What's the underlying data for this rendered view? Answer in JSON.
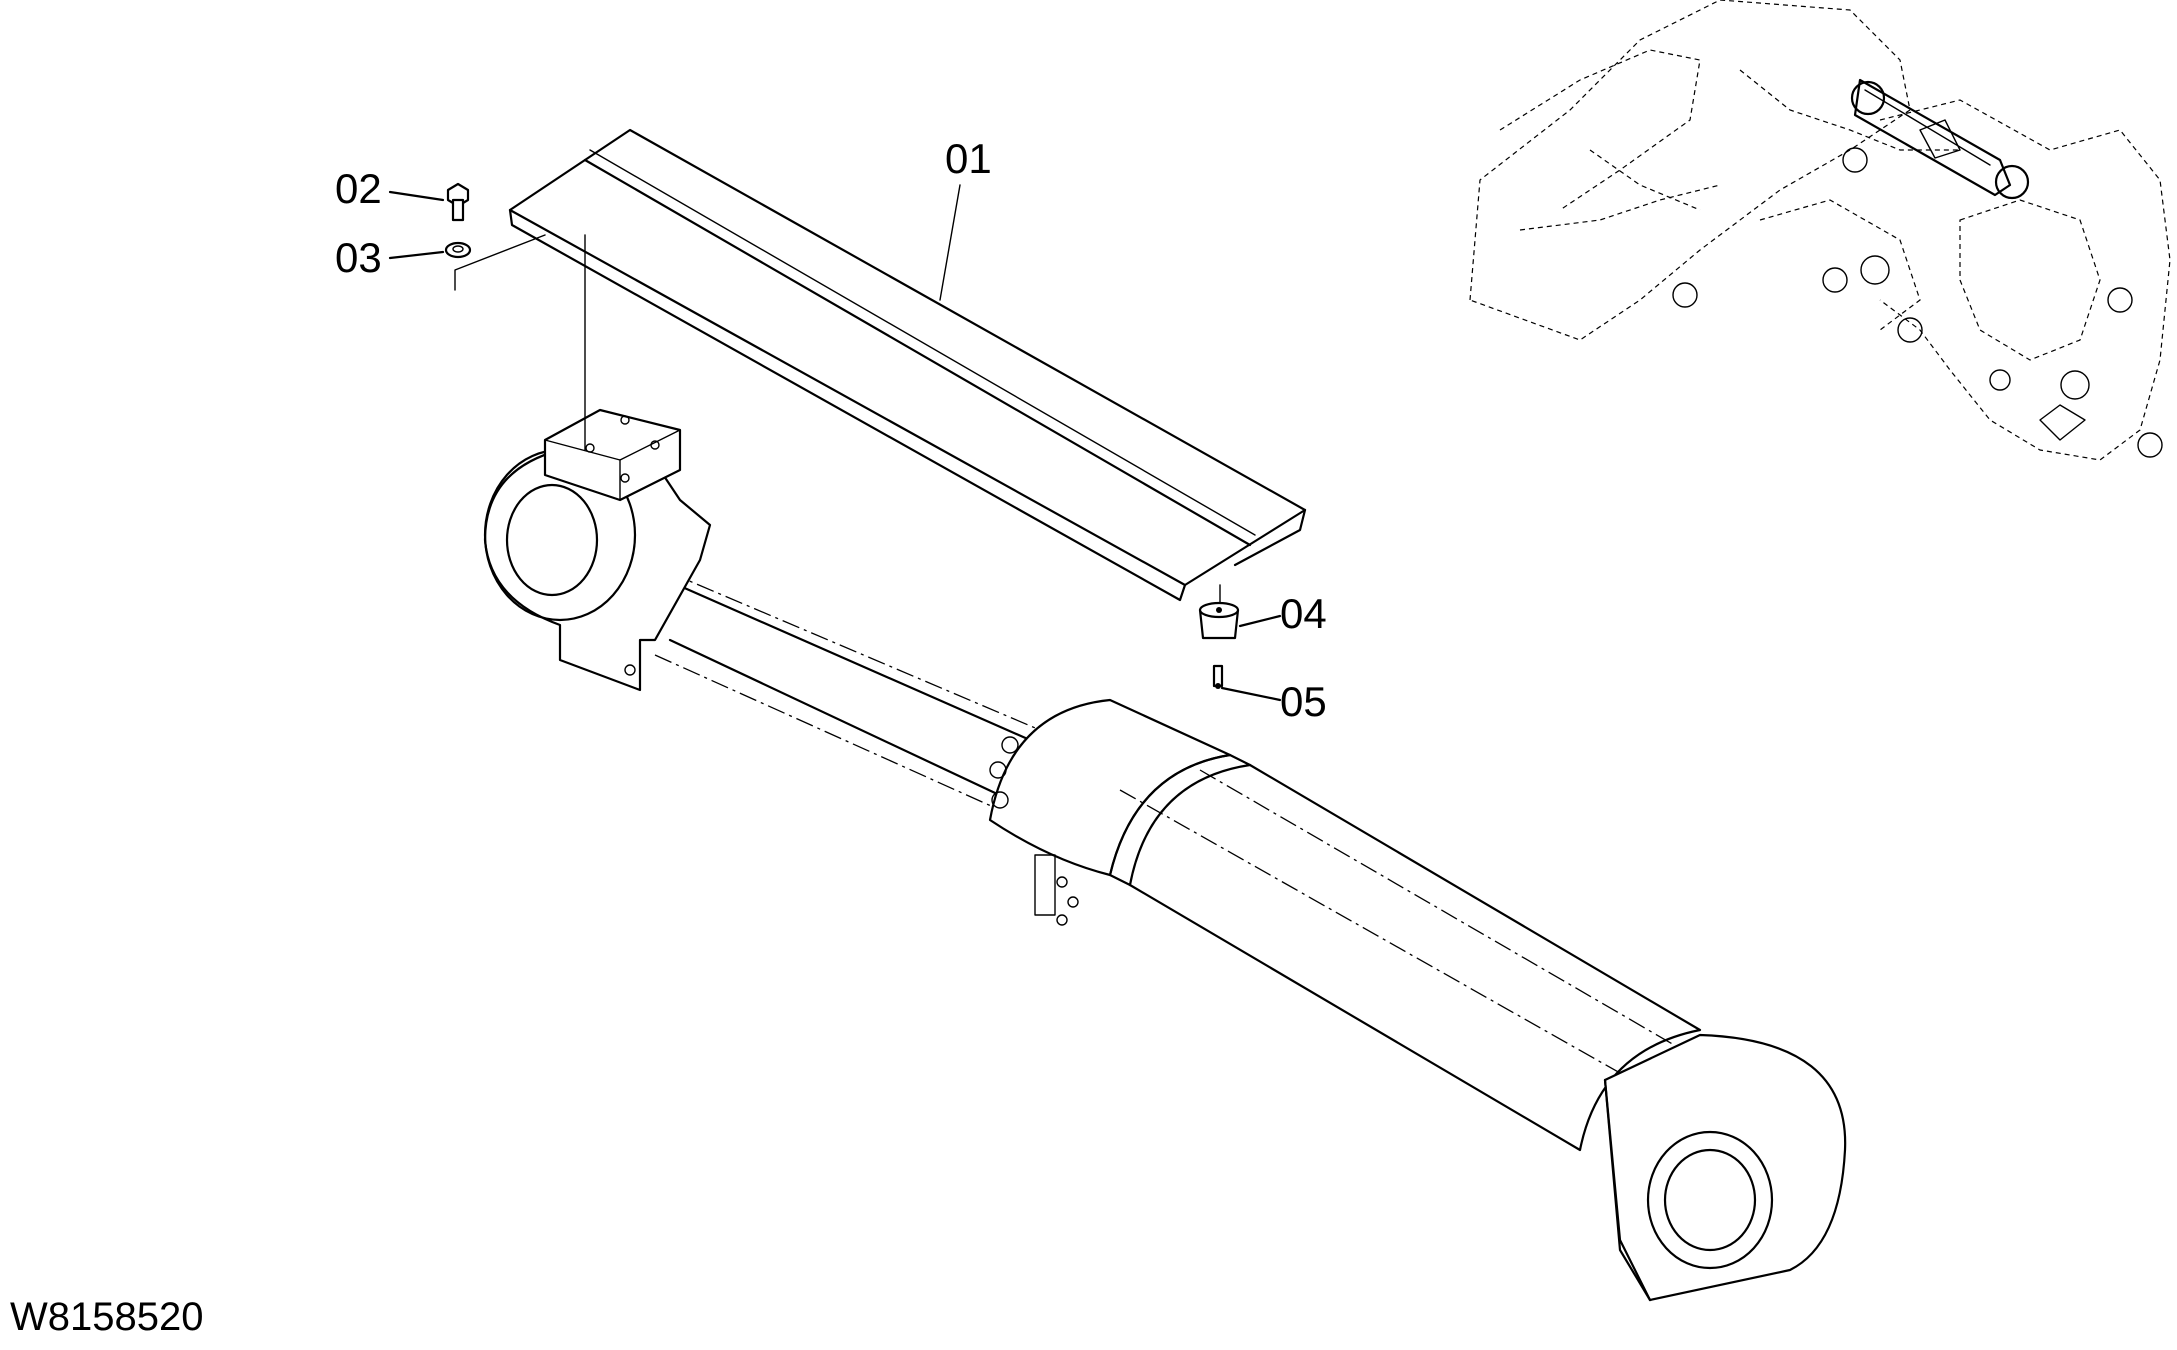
{
  "drawing_code": "W8158520",
  "callouts": {
    "c01": "01",
    "c02": "02",
    "c03": "03",
    "c04": "04",
    "c05": "05"
  }
}
